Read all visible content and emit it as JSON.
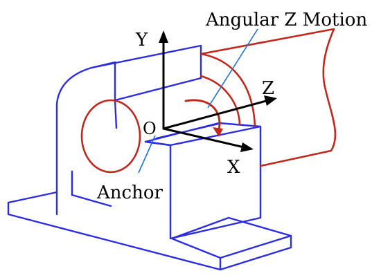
{
  "labels": {
    "y_axis": "Y",
    "z_axis": "Z",
    "x_axis": "X",
    "origin": "O",
    "angular_motion": "Angular Z Motion",
    "anchor": "Anchor"
  },
  "colors": {
    "part_outline": "#2c2ce0",
    "motion_outline": "#c0281e",
    "axis": "#000000",
    "leader": "#1f6fd6"
  }
}
